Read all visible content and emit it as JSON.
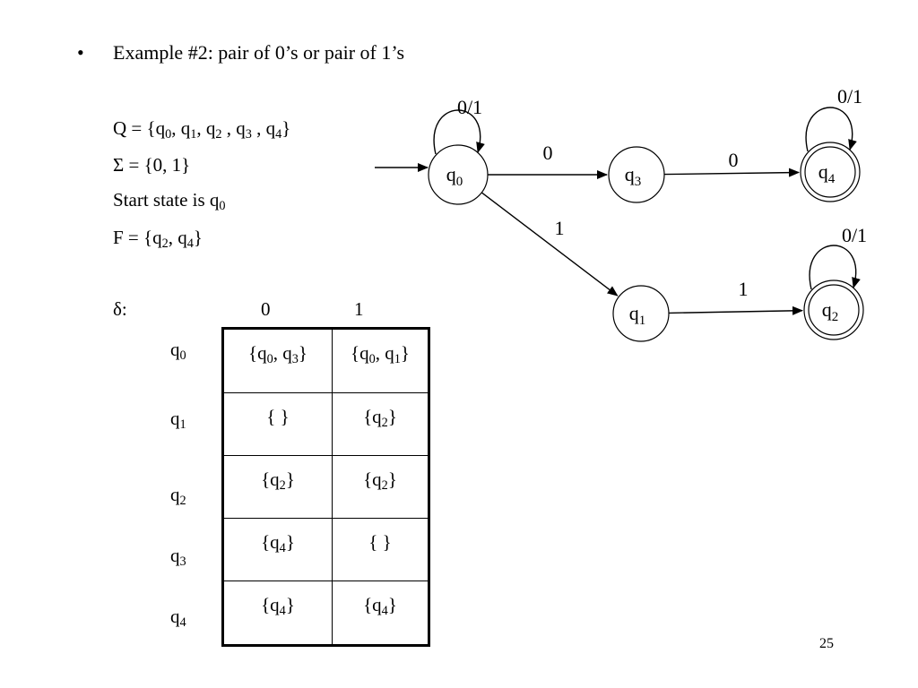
{
  "slide": {
    "bullet": "•",
    "example_title": "Example #2: pair of 0’s or pair of 1’s",
    "page_number": "25"
  },
  "definitions": {
    "q_prefix": "Q = {",
    "q_states": [
      "q",
      "0",
      "q",
      "1",
      "q",
      "2",
      "q",
      "3",
      "q",
      "4"
    ],
    "q_line": "Q = {q0, q1, q2 , q3 , q4}",
    "sigma_line": "Σ = {0, 1}",
    "start_prefix": "Start state is q",
    "start_sub": "0",
    "f_prefix": "F = {q",
    "f_line": "F = {q2, q4}"
  },
  "transition_table": {
    "delta_label": "δ:",
    "columns": [
      "0",
      "1"
    ],
    "rows": [
      {
        "state": "q0",
        "on0": "{q0, q3}",
        "on1": "{q0, q1}"
      },
      {
        "state": "q1",
        "on0": "{ }",
        "on1": "{q2}"
      },
      {
        "state": "q2",
        "on0": "{q2}",
        "on1": "{q2}"
      },
      {
        "state": "q3",
        "on0": "{q4}",
        "on1": "{ }"
      },
      {
        "state": "q4",
        "on0": "{q4}",
        "on1": "{q4}"
      }
    ]
  },
  "automaton": {
    "states": [
      {
        "id": "q0",
        "label": "q0",
        "accepting": false,
        "start": true
      },
      {
        "id": "q3",
        "label": "q3",
        "accepting": false,
        "start": false
      },
      {
        "id": "q4",
        "label": "q4",
        "accepting": true,
        "start": false
      },
      {
        "id": "q1",
        "label": "q1",
        "accepting": false,
        "start": false
      },
      {
        "id": "q2",
        "label": "q2",
        "accepting": true,
        "start": false
      }
    ],
    "transitions": [
      {
        "from": "q0",
        "to": "q0",
        "label": "0/1"
      },
      {
        "from": "q0",
        "to": "q3",
        "label": "0"
      },
      {
        "from": "q3",
        "to": "q4",
        "label": "0"
      },
      {
        "from": "q4",
        "to": "q4",
        "label": "0/1"
      },
      {
        "from": "q0",
        "to": "q1",
        "label": "1"
      },
      {
        "from": "q1",
        "to": "q2",
        "label": "1"
      },
      {
        "from": "q2",
        "to": "q2",
        "label": "0/1"
      }
    ]
  }
}
